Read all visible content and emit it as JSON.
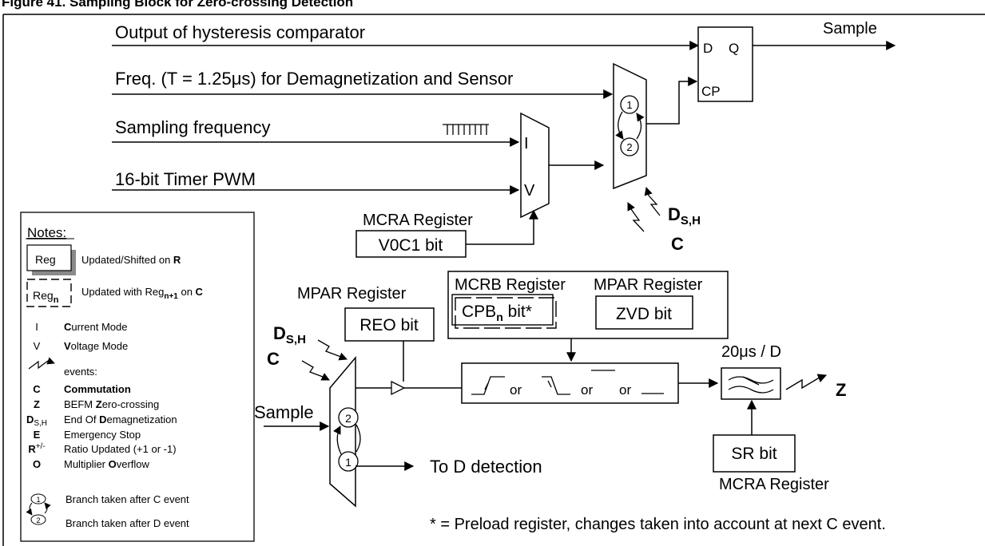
{
  "header": {
    "caption": "Figure 41. Sampling Block for Zero-crossing Detection"
  },
  "inputs": {
    "hysteresis": "Output of hysteresis comparator",
    "freq": "Freq. (T = 1.25μs) for Demagnetization and Sensor",
    "sampling": "Sampling frequency",
    "timer": "16-bit Timer PWM"
  },
  "flipflop": {
    "d": "D",
    "q": "Q",
    "cp": "CP",
    "output": "Sample"
  },
  "mux_iv": {
    "i": "I",
    "v": "V"
  },
  "mux_top": {
    "branch1": "1",
    "branch2": "2"
  },
  "events_top": {
    "ds": "D",
    "ds_sub": "S,H",
    "c": "C"
  },
  "mcra_top": {
    "title": "MCRA Register",
    "bit": "V0C1 bit"
  },
  "mpar_left": {
    "title": "MPAR Register",
    "bit": "REO bit"
  },
  "mcrb": {
    "title": "MCRB Register",
    "bit_main": "CPB",
    "bit_sub": "n",
    "bit_tail": " bit*"
  },
  "mpar_right": {
    "title": "MPAR Register",
    "bit": "ZVD bit"
  },
  "edge_box": {
    "or1": "or",
    "or2": "or",
    "or3": "or"
  },
  "filter": {
    "label": "20μs / D",
    "output": "Z"
  },
  "mcra_bottom": {
    "bit": "SR bit",
    "title": "MCRA Register"
  },
  "mux_bottom": {
    "input": "Sample",
    "branch1": "1",
    "branch2": "2",
    "output": "To D detection"
  },
  "events_bottom": {
    "ds": "D",
    "ds_sub": "S,H",
    "c": "C"
  },
  "footnote": "* = Preload register, changes taken into account at next C event.",
  "notes": {
    "title": "Notes:",
    "reg1_box": "Reg",
    "reg1_text_a": "Updated/Shifted on ",
    "reg1_text_b": "R",
    "reg2_box": "Reg",
    "reg2_box_sub": "n",
    "reg2_text_a": "Updated with Reg",
    "reg2_text_sub": "n+1",
    "reg2_text_b": " on ",
    "reg2_text_c": "C",
    "legend": [
      {
        "sym": "I",
        "bold": "C",
        "rest": "urrent Mode"
      },
      {
        "sym": "V",
        "bold": "V",
        "rest": "oltage Mode"
      }
    ],
    "events_label": "events:",
    "events": [
      {
        "sym": "C",
        "pre": "",
        "bold": "Commutation",
        "rest": ""
      },
      {
        "sym": "Z",
        "pre": "BEFM ",
        "bold": "Z",
        "rest": "ero-crossing"
      },
      {
        "sym": "D",
        "sym_sub": "S,H",
        "pre": "End Of ",
        "bold": "D",
        "rest": "emagnetization"
      },
      {
        "sym": "E",
        "pre": "Emergency Stop",
        "bold": "",
        "rest": ""
      },
      {
        "sym": "R",
        "sym_sup": "+/-",
        "pre": "Ratio Updated (+1 or -1)",
        "bold": "",
        "rest": ""
      },
      {
        "sym": "O",
        "pre": "Multiplier ",
        "bold": "O",
        "rest": "verflow"
      }
    ],
    "branch1": "Branch taken after C event",
    "branch2": "Branch taken after D event"
  }
}
